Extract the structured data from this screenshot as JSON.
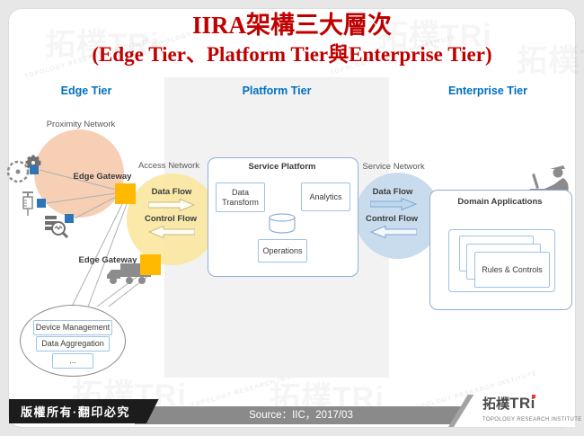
{
  "title": {
    "line1": "IIRA架構三大層次",
    "line2": "(Edge Tier、Platform Tier與Enterprise Tier)"
  },
  "tiers": {
    "edge_label": "Edge Tier",
    "platform_label": "Platform Tier",
    "enterprise_label": "Enterprise Tier"
  },
  "edge_tier": {
    "proximity_network_label": "Proximity Network",
    "edge_gateway_1_label": "Edge Gateway",
    "edge_gateway_2_label": "Edge Gateway",
    "device_functions": [
      "Device Management",
      "Data Aggregation",
      "..."
    ]
  },
  "access_network": {
    "label": "Access Network",
    "data_flow_label": "Data Flow",
    "control_flow_label": "Control Flow"
  },
  "service_network": {
    "label": "Service Network",
    "data_flow_label": "Data Flow",
    "control_flow_label": "Control Flow"
  },
  "platform_tier": {
    "service_platform_label": "Service Platform",
    "data_transform_label": "Data Transform",
    "analytics_label": "Analytics",
    "operations_label": "Operations"
  },
  "enterprise_tier": {
    "domain_applications_label": "Domain Applications",
    "rules_controls_label": "Rules & Controls"
  },
  "footer": {
    "copyright": "版權所有·翻印必究",
    "source": "Source：IIC，2017/03",
    "logo_cjk": "拓樸",
    "logo_latin": "TRi",
    "logo_subtitle": "TOPOLOGY RESEARCH INSTITUTE"
  },
  "watermark": {
    "logo": "拓樸TRi",
    "subtitle": "TOPOLOGY RESEARCH INSTITUTE"
  },
  "colors": {
    "title_red": "#C00000",
    "tier_heading_blue": "#0070C0",
    "label_gray": "#595959",
    "proximity_peach": "#F6CFB5",
    "access_yellow": "#FBE7A3",
    "service_blue": "#C6DAEC",
    "gateway_orange": "#FFB900",
    "device_square_blue": "#2E75B6",
    "box_border_blue": "#9DC3E6"
  }
}
